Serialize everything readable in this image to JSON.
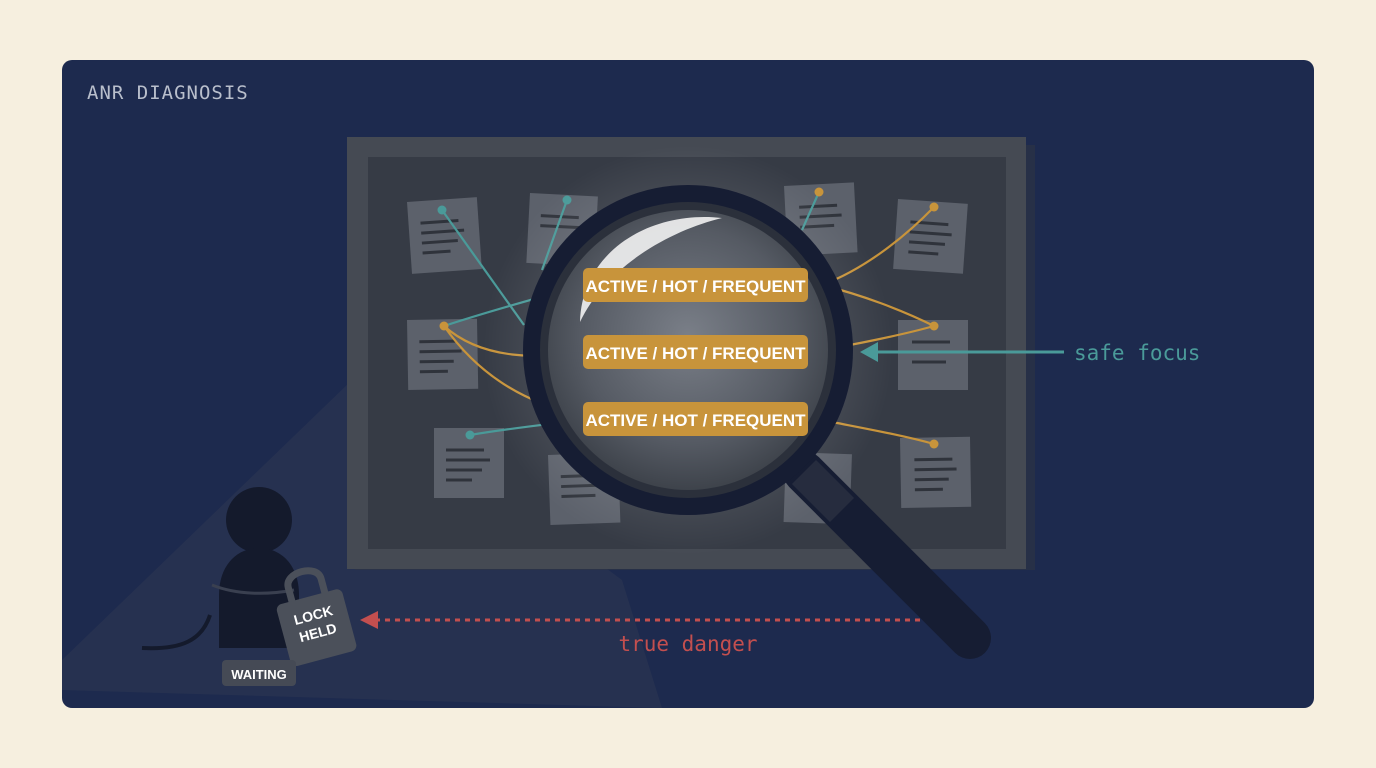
{
  "header": {
    "title": "ANR DIAGNOSIS"
  },
  "magnifier": {
    "labels": [
      "ACTIVE / HOT / FREQUENT",
      "ACTIVE / HOT / FREQUENT",
      "ACTIVE / HOT / FREQUENT"
    ]
  },
  "annotations": {
    "safe_focus": "safe focus",
    "true_danger": "true danger"
  },
  "figure": {
    "lock_label_line1": "LOCK",
    "lock_label_line2": "HELD",
    "status_badge": "WAITING"
  },
  "colors": {
    "background": "#f6efdf",
    "panel": "#1d2a4e",
    "board": "#3a3f49",
    "label_gold": "#c8943b",
    "teal": "#4a9a99",
    "danger": "#c34f4f"
  },
  "icons": [
    "magnifier-icon",
    "padlock-icon",
    "person-icon",
    "note-icon"
  ]
}
